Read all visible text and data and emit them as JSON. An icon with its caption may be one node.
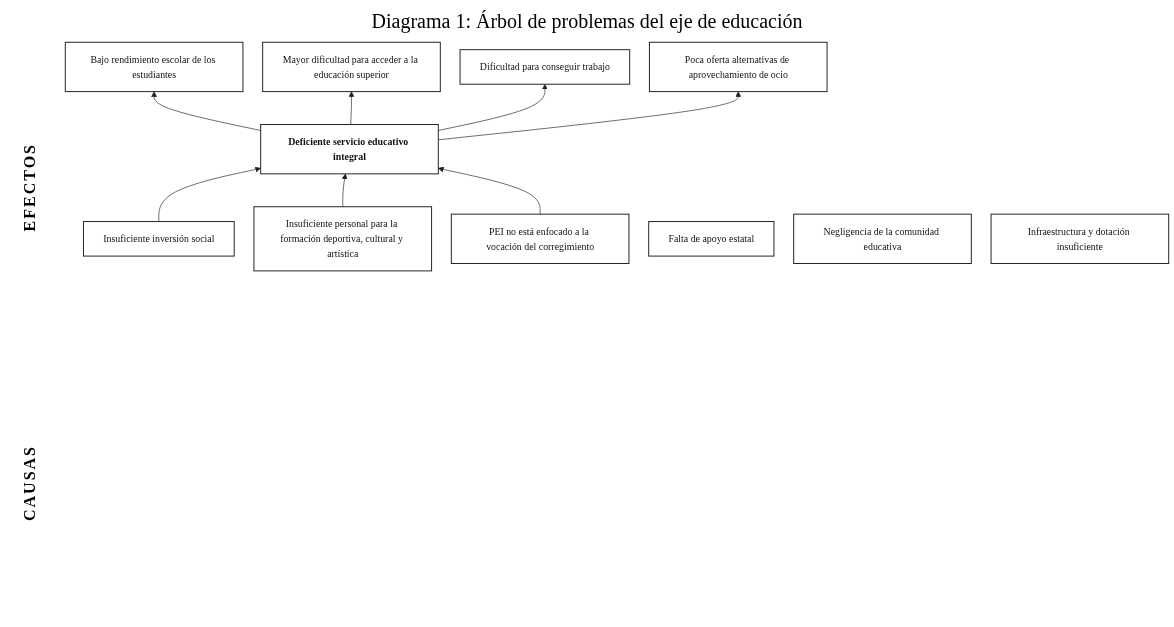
{
  "diagram": {
    "title": "Diagrama 1: Árbol de problemas del eje de educación",
    "nodes": [
      {
        "text": [
          "Bajo rendimiento escolar de los estudiantes"
        ]
      },
      {
        "text": [
          "Mayor dificultad para acceder a la educación superior"
        ]
      },
      {
        "text": [
          "Dificultad para conseguir trabajo"
        ]
      },
      {
        "text": [
          "Poca oferta alternativas de aprovechamiento de ocio"
        ]
      },
      {
        "text": [
          "Deficiente servicio educativo integral"
        ]
      },
      {
        "text": [
          "Insuficiente inversión social"
        ]
      },
      {
        "text": [
          "Insuficiente personal para la formación deportiva, cultural y artística"
        ]
      },
      {
        "text": [
          "PEI no está enfocado a la vocación del corregimiento"
        ]
      },
      {
        "text": [
          "Falta de apoyo estatal"
        ]
      },
      {
        "text": [
          "Negligencia de la comunidad educativa"
        ]
      },
      {
        "text": [
          "Infraestructura y dotación insuficiente"
        ]
      }
    ],
    "edges": [
      {
        "from": 4,
        "to": 0,
        "arrow": "to"
      },
      {
        "from": 4,
        "to": 1,
        "arrow": "to"
      },
      {
        "from": 4,
        "to": 2,
        "arrow": "to"
      },
      {
        "from": 4,
        "to": 3,
        "arrow": "to"
      },
      {
        "from": 5,
        "to": 4,
        "arrow": "to"
      },
      {
        "from": 6,
        "to": 4,
        "arrow": "to"
      },
      {
        "from": 7,
        "to": 4,
        "arrow": "to"
      }
    ],
    "labels": [
      "EFECTOS",
      "CAUSAS"
    ]
  }
}
